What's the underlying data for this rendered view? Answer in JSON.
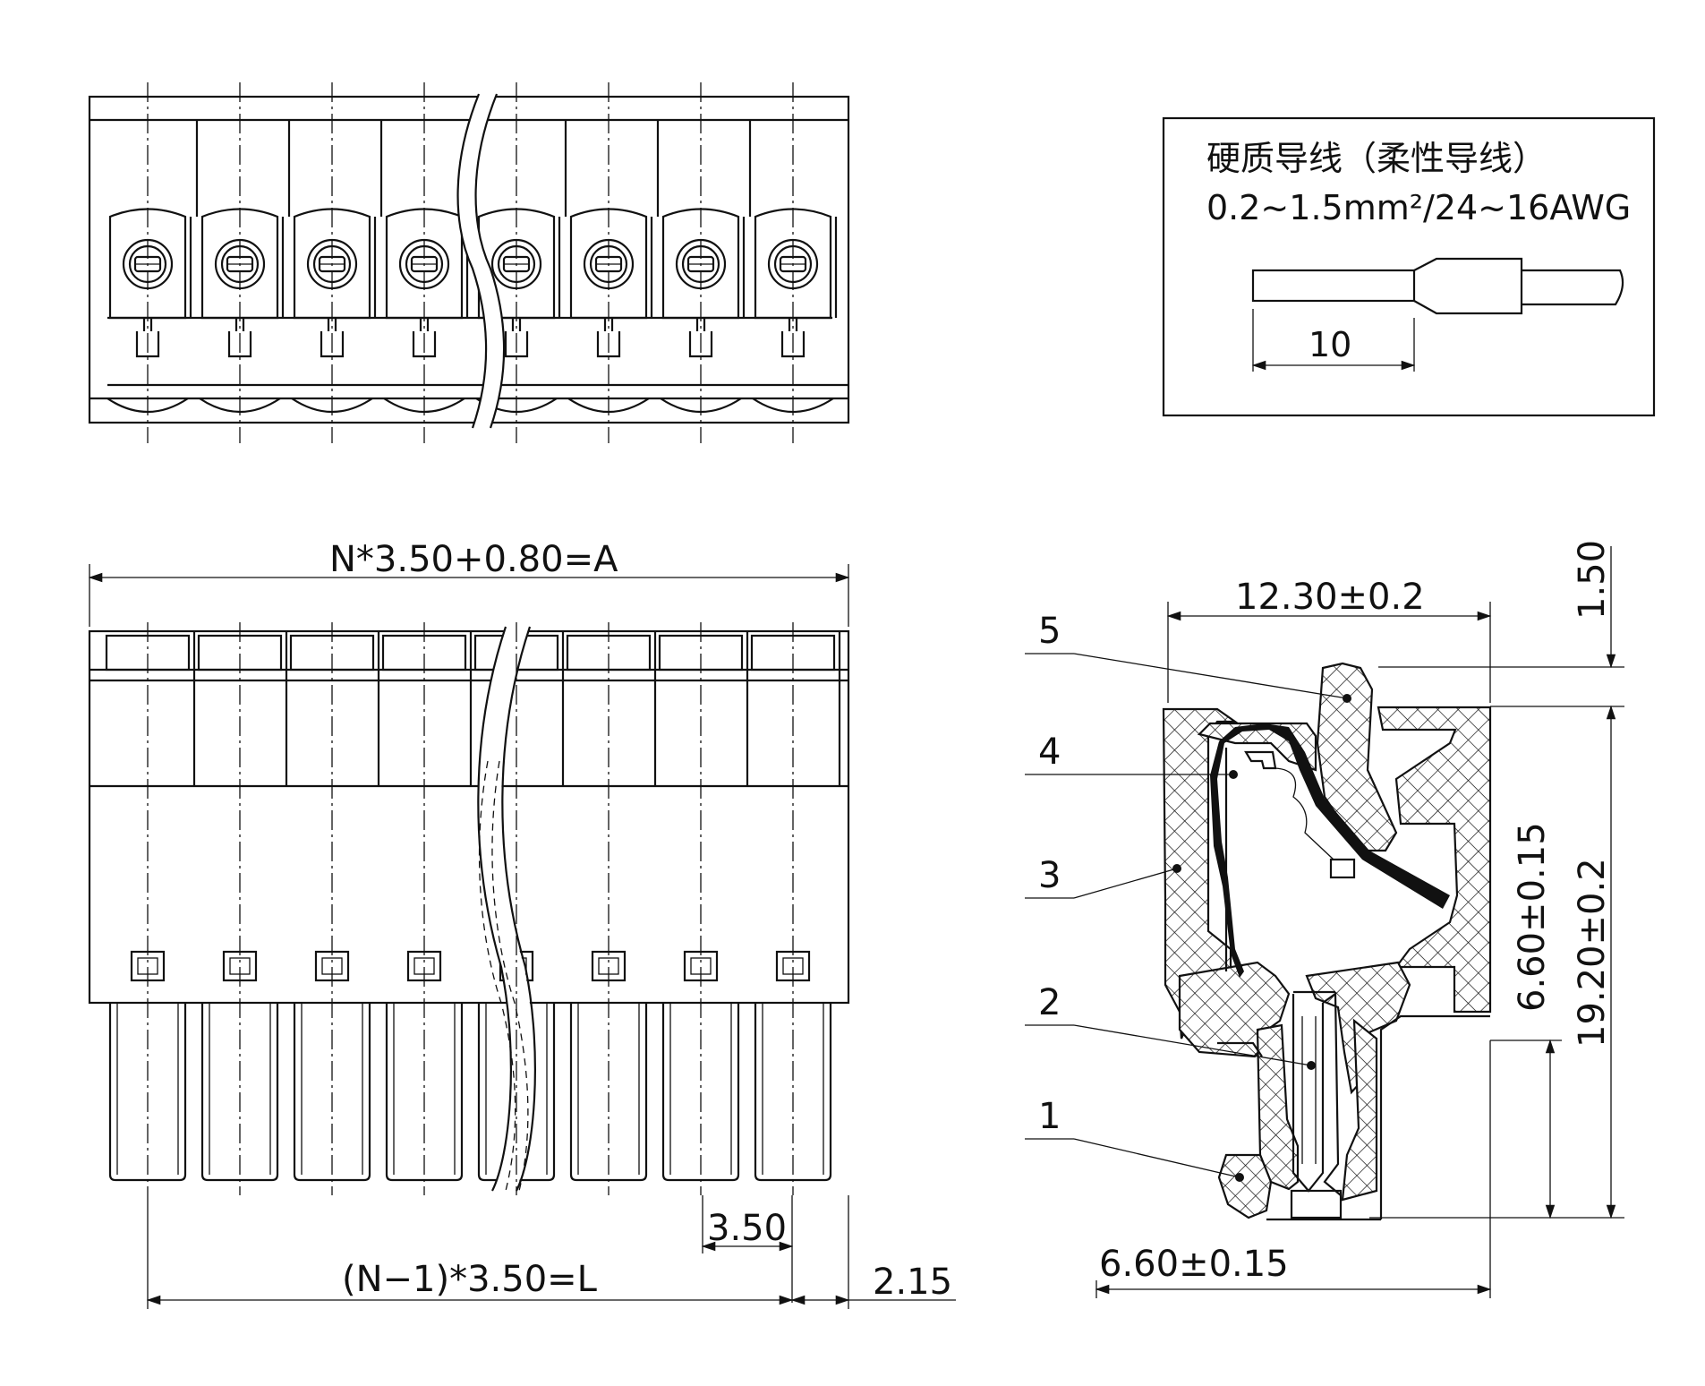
{
  "wire_spec": {
    "title": "硬质导线（柔性导线）",
    "range": "0.2~1.5mm²/24~16AWG",
    "strip_length": "10"
  },
  "front_view": {
    "dim_total": "N*3.50+0.80=A",
    "dim_pitch": "3.50",
    "dim_span": "(N−1)*3.50=L",
    "dim_end": "2.15"
  },
  "section_view": {
    "dim_width_top": "12.30±0.2",
    "dim_top_offset": "1.50",
    "dim_height_total": "19.20±0.2",
    "dim_height_mid": "6.60±0.15",
    "dim_width_bottom": "6.60±0.15",
    "part_labels": [
      "1",
      "2",
      "3",
      "4",
      "5"
    ]
  }
}
